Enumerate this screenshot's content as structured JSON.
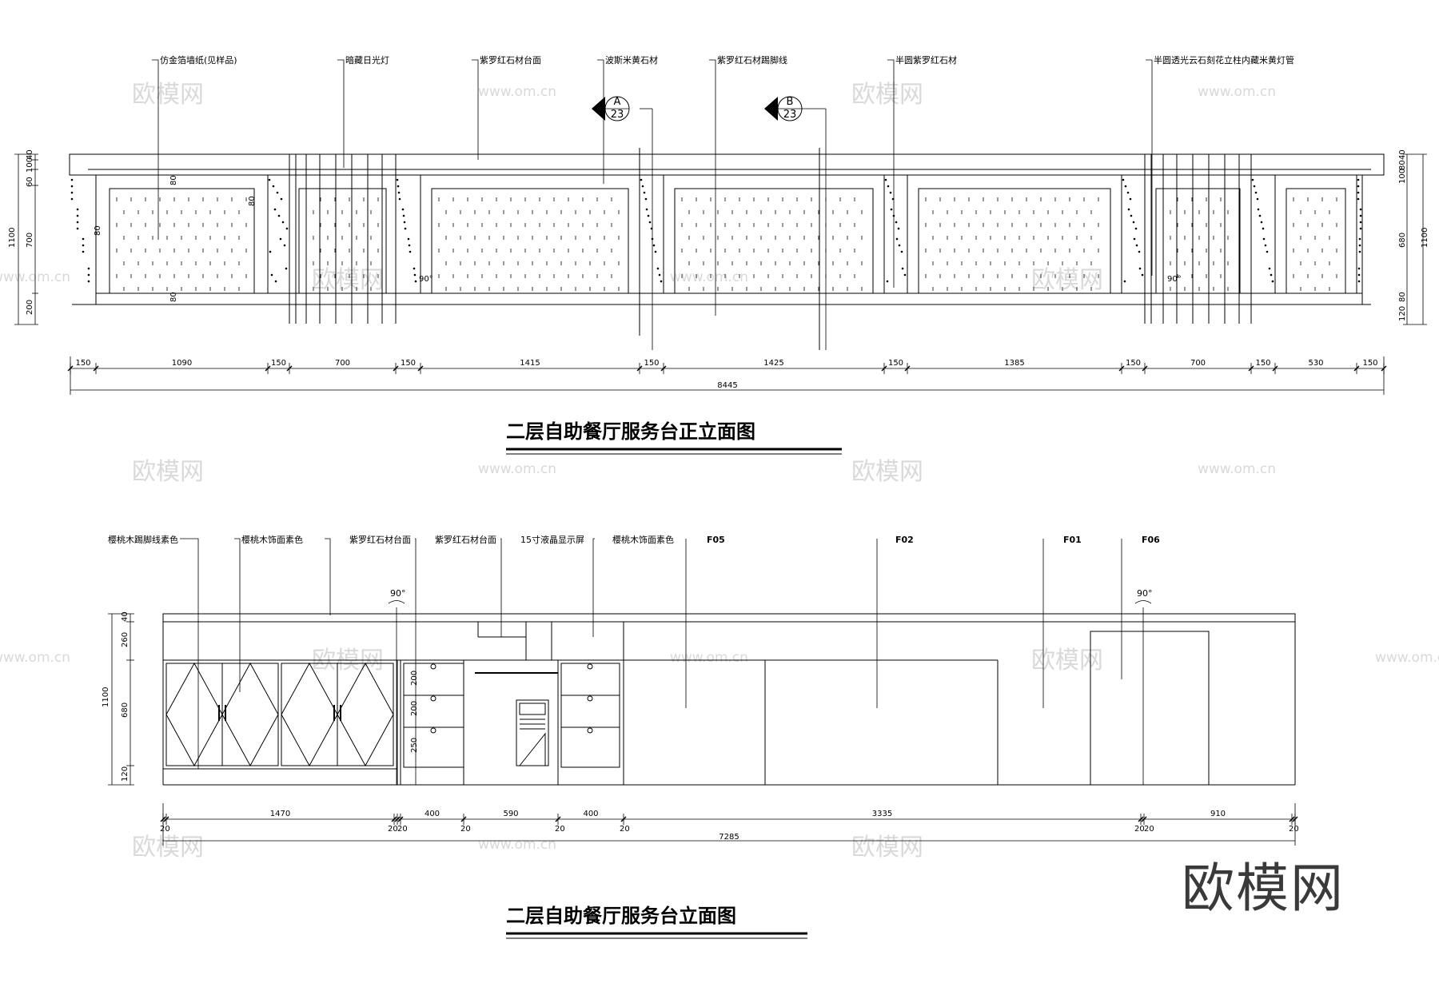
{
  "top": {
    "title": "二层自助餐厅服务台正立面图",
    "callouts": [
      {
        "text": "仿金箔墙纸(见样品)"
      },
      {
        "text": "暗藏日光灯"
      },
      {
        "text": "紫罗红石材台面"
      },
      {
        "text": "波斯米黄石材"
      },
      {
        "text": "紫罗红石材踢脚线"
      },
      {
        "text": "半圆紫罗红石材"
      },
      {
        "text": "半圆透光云石刻花立柱内藏米黄灯管"
      }
    ],
    "segments": [
      "150",
      "1090",
      "150",
      "700",
      "150",
      "1415",
      "150",
      "1425",
      "150",
      "1385",
      "150",
      "700",
      "150",
      "530",
      "150"
    ],
    "total": "8445",
    "left_dims": [
      "60",
      "100",
      "40",
      "700",
      "200"
    ],
    "left_total": "1100",
    "right_dims": [
      "80",
      "100",
      "40",
      "680",
      "80",
      "120"
    ],
    "right_total": "1100",
    "inner_dims": [
      "80",
      "80",
      "80",
      "80"
    ],
    "angles": [
      "90°",
      "90°"
    ],
    "section_marks": [
      {
        "letter": "A",
        "number": "23"
      },
      {
        "letter": "B",
        "number": "23"
      }
    ]
  },
  "bottom": {
    "title": "二层自助餐厅服务台立面图",
    "callouts": [
      {
        "text": "樱桃木踢脚线素色"
      },
      {
        "text": "樱桃木饰面素色"
      },
      {
        "text": "紫罗红石材台面"
      },
      {
        "text": "紫罗红石材台面"
      },
      {
        "text": "15寸液晶显示屏"
      },
      {
        "text": "樱桃木饰面素色"
      },
      {
        "text": "F05"
      },
      {
        "text": "F02"
      },
      {
        "text": "F01"
      },
      {
        "text": "F06"
      }
    ],
    "segments": [
      "1470",
      "400",
      "590",
      "400",
      "3335",
      "910"
    ],
    "small_dims": [
      "20",
      "20",
      "20",
      "20",
      "20",
      "20",
      "20",
      "20",
      "20"
    ],
    "total": "7285",
    "left_dims": [
      "40",
      "260",
      "680",
      "120"
    ],
    "left_total": "1100",
    "drawer_dims": [
      "200",
      "200",
      "250"
    ],
    "angles": [
      "90°",
      "90°"
    ]
  },
  "watermarks": {
    "brand": "欧模网",
    "url": "www.om.cn",
    "big": "欧模网"
  }
}
